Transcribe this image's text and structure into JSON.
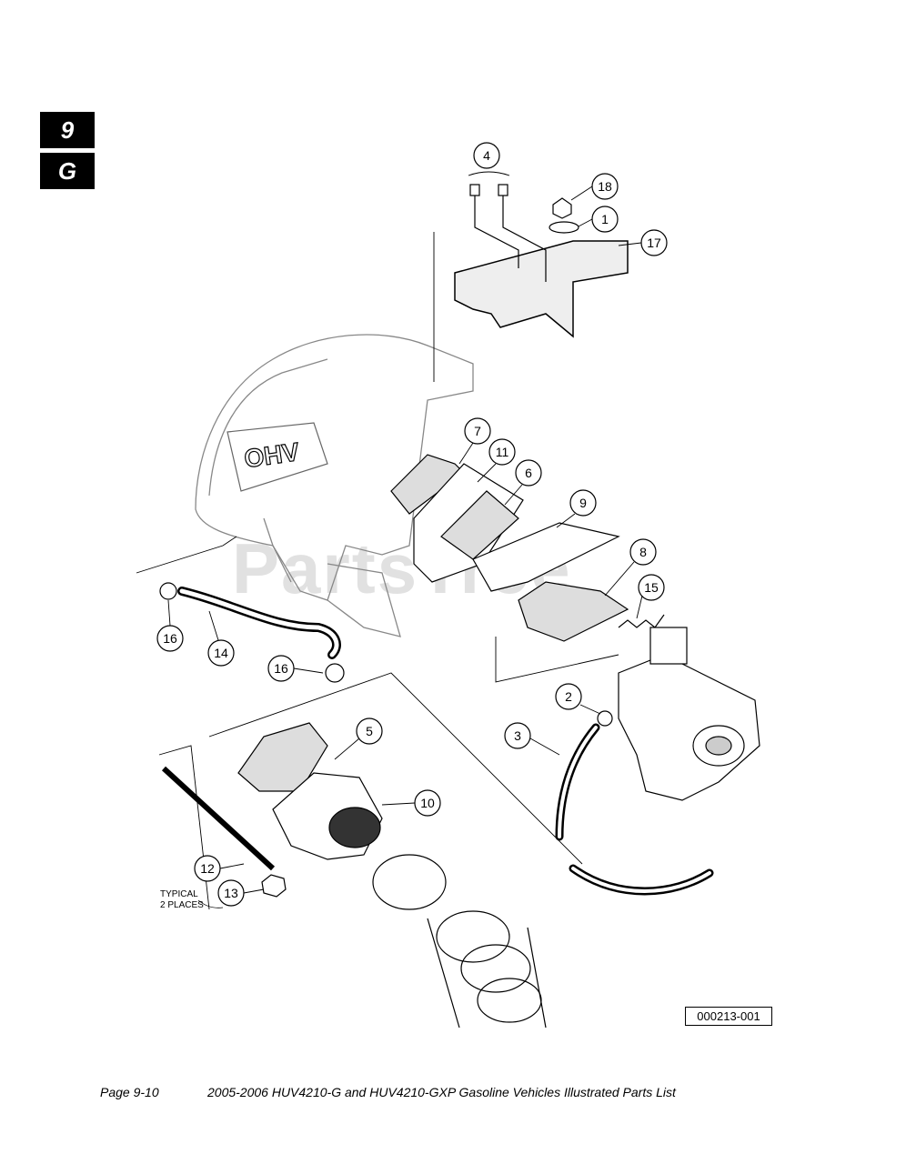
{
  "tabs": {
    "chapter": "9",
    "section": "G"
  },
  "callouts": [
    "4",
    "18",
    "1",
    "17",
    "7",
    "11",
    "6",
    "9",
    "8",
    "15",
    "16",
    "14",
    "16",
    "2",
    "3",
    "5",
    "10",
    "12",
    "13"
  ],
  "engine_badge": "OHV",
  "typical_note": {
    "line1": "TYPICAL",
    "line2": "2 PLACES"
  },
  "watermark": "PartsTree",
  "figure_id": "000213-001",
  "footer": {
    "page": "Page 9-10",
    "title": "2005-2006 HUV4210-G and HUV4210-GXP Gasoline Vehicles Illustrated Parts List"
  }
}
